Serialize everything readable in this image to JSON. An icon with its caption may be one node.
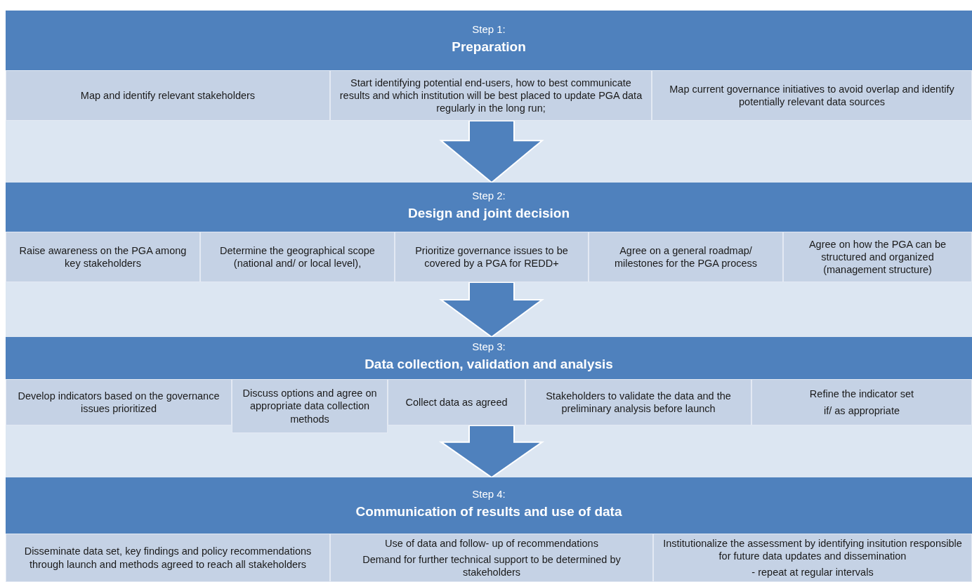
{
  "diagram": {
    "nodes": [
      {
        "text": [
          "Step 1:",
          "Preparation"
        ]
      },
      {
        "text": [
          "Map and identify relevant stakeholders"
        ],
        "in": 0
      },
      {
        "text": [
          "Start identifying potential end-users, how to best communicate results and which institution will be best placed to update PGA data regularly in the long run;"
        ],
        "in": 0
      },
      {
        "text": [
          "Map current governance initiatives to avoid overlap and identify potentially relevant data sources"
        ],
        "in": 0
      },
      {
        "text": [
          "Step 2:",
          "Design and joint decision"
        ]
      },
      {
        "text": [
          "Raise awareness  on the PGA among key stakeholders"
        ],
        "in": 4
      },
      {
        "text": [
          "Determine the geographical scope (national and/ or local level),"
        ],
        "in": 4
      },
      {
        "text": [
          "Prioritize governance issues to be covered by a PGA for REDD+"
        ],
        "in": 4
      },
      {
        "text": [
          "Agree on a general roadmap/ milestones for the PGA process"
        ],
        "in": 4
      },
      {
        "text": [
          "Agree on how the PGA can be structured and organized (management structure)"
        ],
        "in": 4
      },
      {
        "text": [
          "Step 3:",
          "Data collection, validation and analysis"
        ]
      },
      {
        "text": [
          "Develop indicators based on the governance issues prioritized"
        ],
        "in": 10
      },
      {
        "text": [
          "Discuss options and agree on appropriate data collection methods"
        ],
        "in": 10
      },
      {
        "text": [
          "Collect data as agreed"
        ],
        "in": 10
      },
      {
        "text": [
          "Stakeholders to validate the data and the preliminary  analysis before launch"
        ],
        "in": 10
      },
      {
        "text": [
          "Refine the indicator set",
          "if/ as appropriate"
        ],
        "in": 10
      },
      {
        "text": [
          "Step 4:",
          "Communication of results and use of data"
        ]
      },
      {
        "text": [
          "Disseminate data set, key findings  and policy recommendations through launch and methods agreed to reach all stakeholders"
        ],
        "in": 16
      },
      {
        "text": [
          "Use of data and follow- up of recommendations",
          "Demand for further technical support to be determined by stakeholders"
        ],
        "in": 16
      },
      {
        "text": [
          "Institutionalize the assessment by identifying insitution responsible for future data updates and dissemination",
          "- repeat at regular intervals"
        ],
        "in": 16
      }
    ],
    "edges": [
      {
        "from": 0,
        "to": 4,
        "arrow": "to"
      },
      {
        "from": 4,
        "to": 10,
        "arrow": "to"
      },
      {
        "from": 10,
        "to": 16,
        "arrow": "to"
      }
    ]
  }
}
